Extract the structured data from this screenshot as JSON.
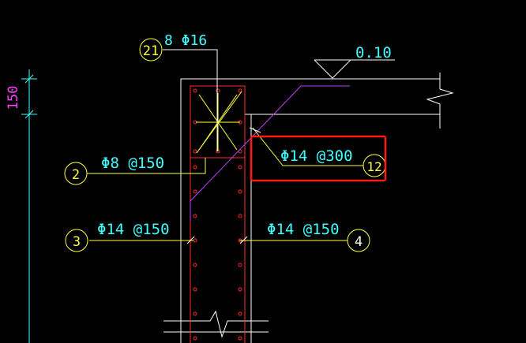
{
  "colors": {
    "background": "#000000",
    "structure": "#ffffff",
    "rebar": "#ff2a2a",
    "stirrup": "#ffff40",
    "annotation": "#40ffff",
    "magenta": "#c040ff",
    "highlight": "#ff1a1a",
    "dimension": "#40ffff",
    "dim_text": "#ff40ff"
  },
  "dimension": {
    "text": "150"
  },
  "level_mark": {
    "text": "0.10"
  },
  "callouts": [
    {
      "id": "c21",
      "number": "21",
      "label": "8 Φ16"
    },
    {
      "id": "c2",
      "number": "2",
      "label": "Φ8 @150"
    },
    {
      "id": "c12",
      "number": "12",
      "label": "Φ14 @300"
    },
    {
      "id": "c3",
      "number": "3",
      "label": "Φ14 @150"
    },
    {
      "id": "c4",
      "number": "4",
      "label": "Φ14 @150"
    }
  ]
}
